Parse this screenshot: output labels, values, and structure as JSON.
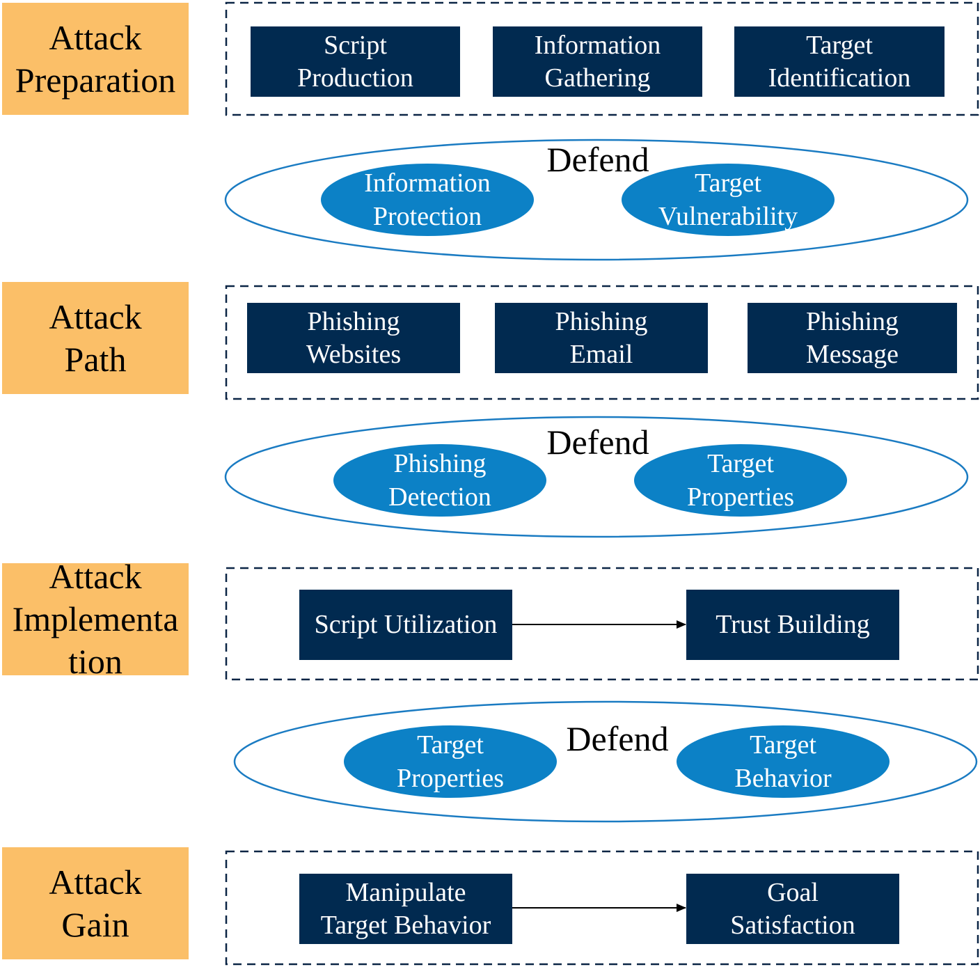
{
  "colors": {
    "stage_fill": "#FBBF68",
    "step_fill": "#012A50",
    "bubble_fill": "#0C81C6",
    "outer_ellipse_stroke": "#1A7BC2",
    "frame_stroke": "#0B2545"
  },
  "stages": [
    {
      "label": "Attack\nPreparation",
      "steps": [
        "Script\nProduction",
        "Information\nGathering",
        "Target\nIdentification"
      ],
      "flow": false
    },
    {
      "label": "Attack\nPath",
      "steps": [
        "Phishing\nWebsites",
        "Phishing\nEmail",
        "Phishing\nMessage"
      ],
      "flow": false
    },
    {
      "label": "Attack\nImplementa\ntion",
      "steps": [
        "Script Utilization",
        "Trust Building"
      ],
      "flow": true
    },
    {
      "label": "Attack\nGain",
      "steps": [
        "Manipulate\nTarget Behavior",
        "Goal\nSatisfaction"
      ],
      "flow": true
    }
  ],
  "defenses": [
    {
      "title": "Defend",
      "items": [
        "Information\nProtection",
        "Target\nVulnerability"
      ]
    },
    {
      "title": "Defend",
      "items": [
        "Phishing\nDetection",
        "Target\nProperties"
      ]
    },
    {
      "title": "Defend",
      "items": [
        "Target\nProperties",
        "Target\nBehavior"
      ]
    }
  ]
}
